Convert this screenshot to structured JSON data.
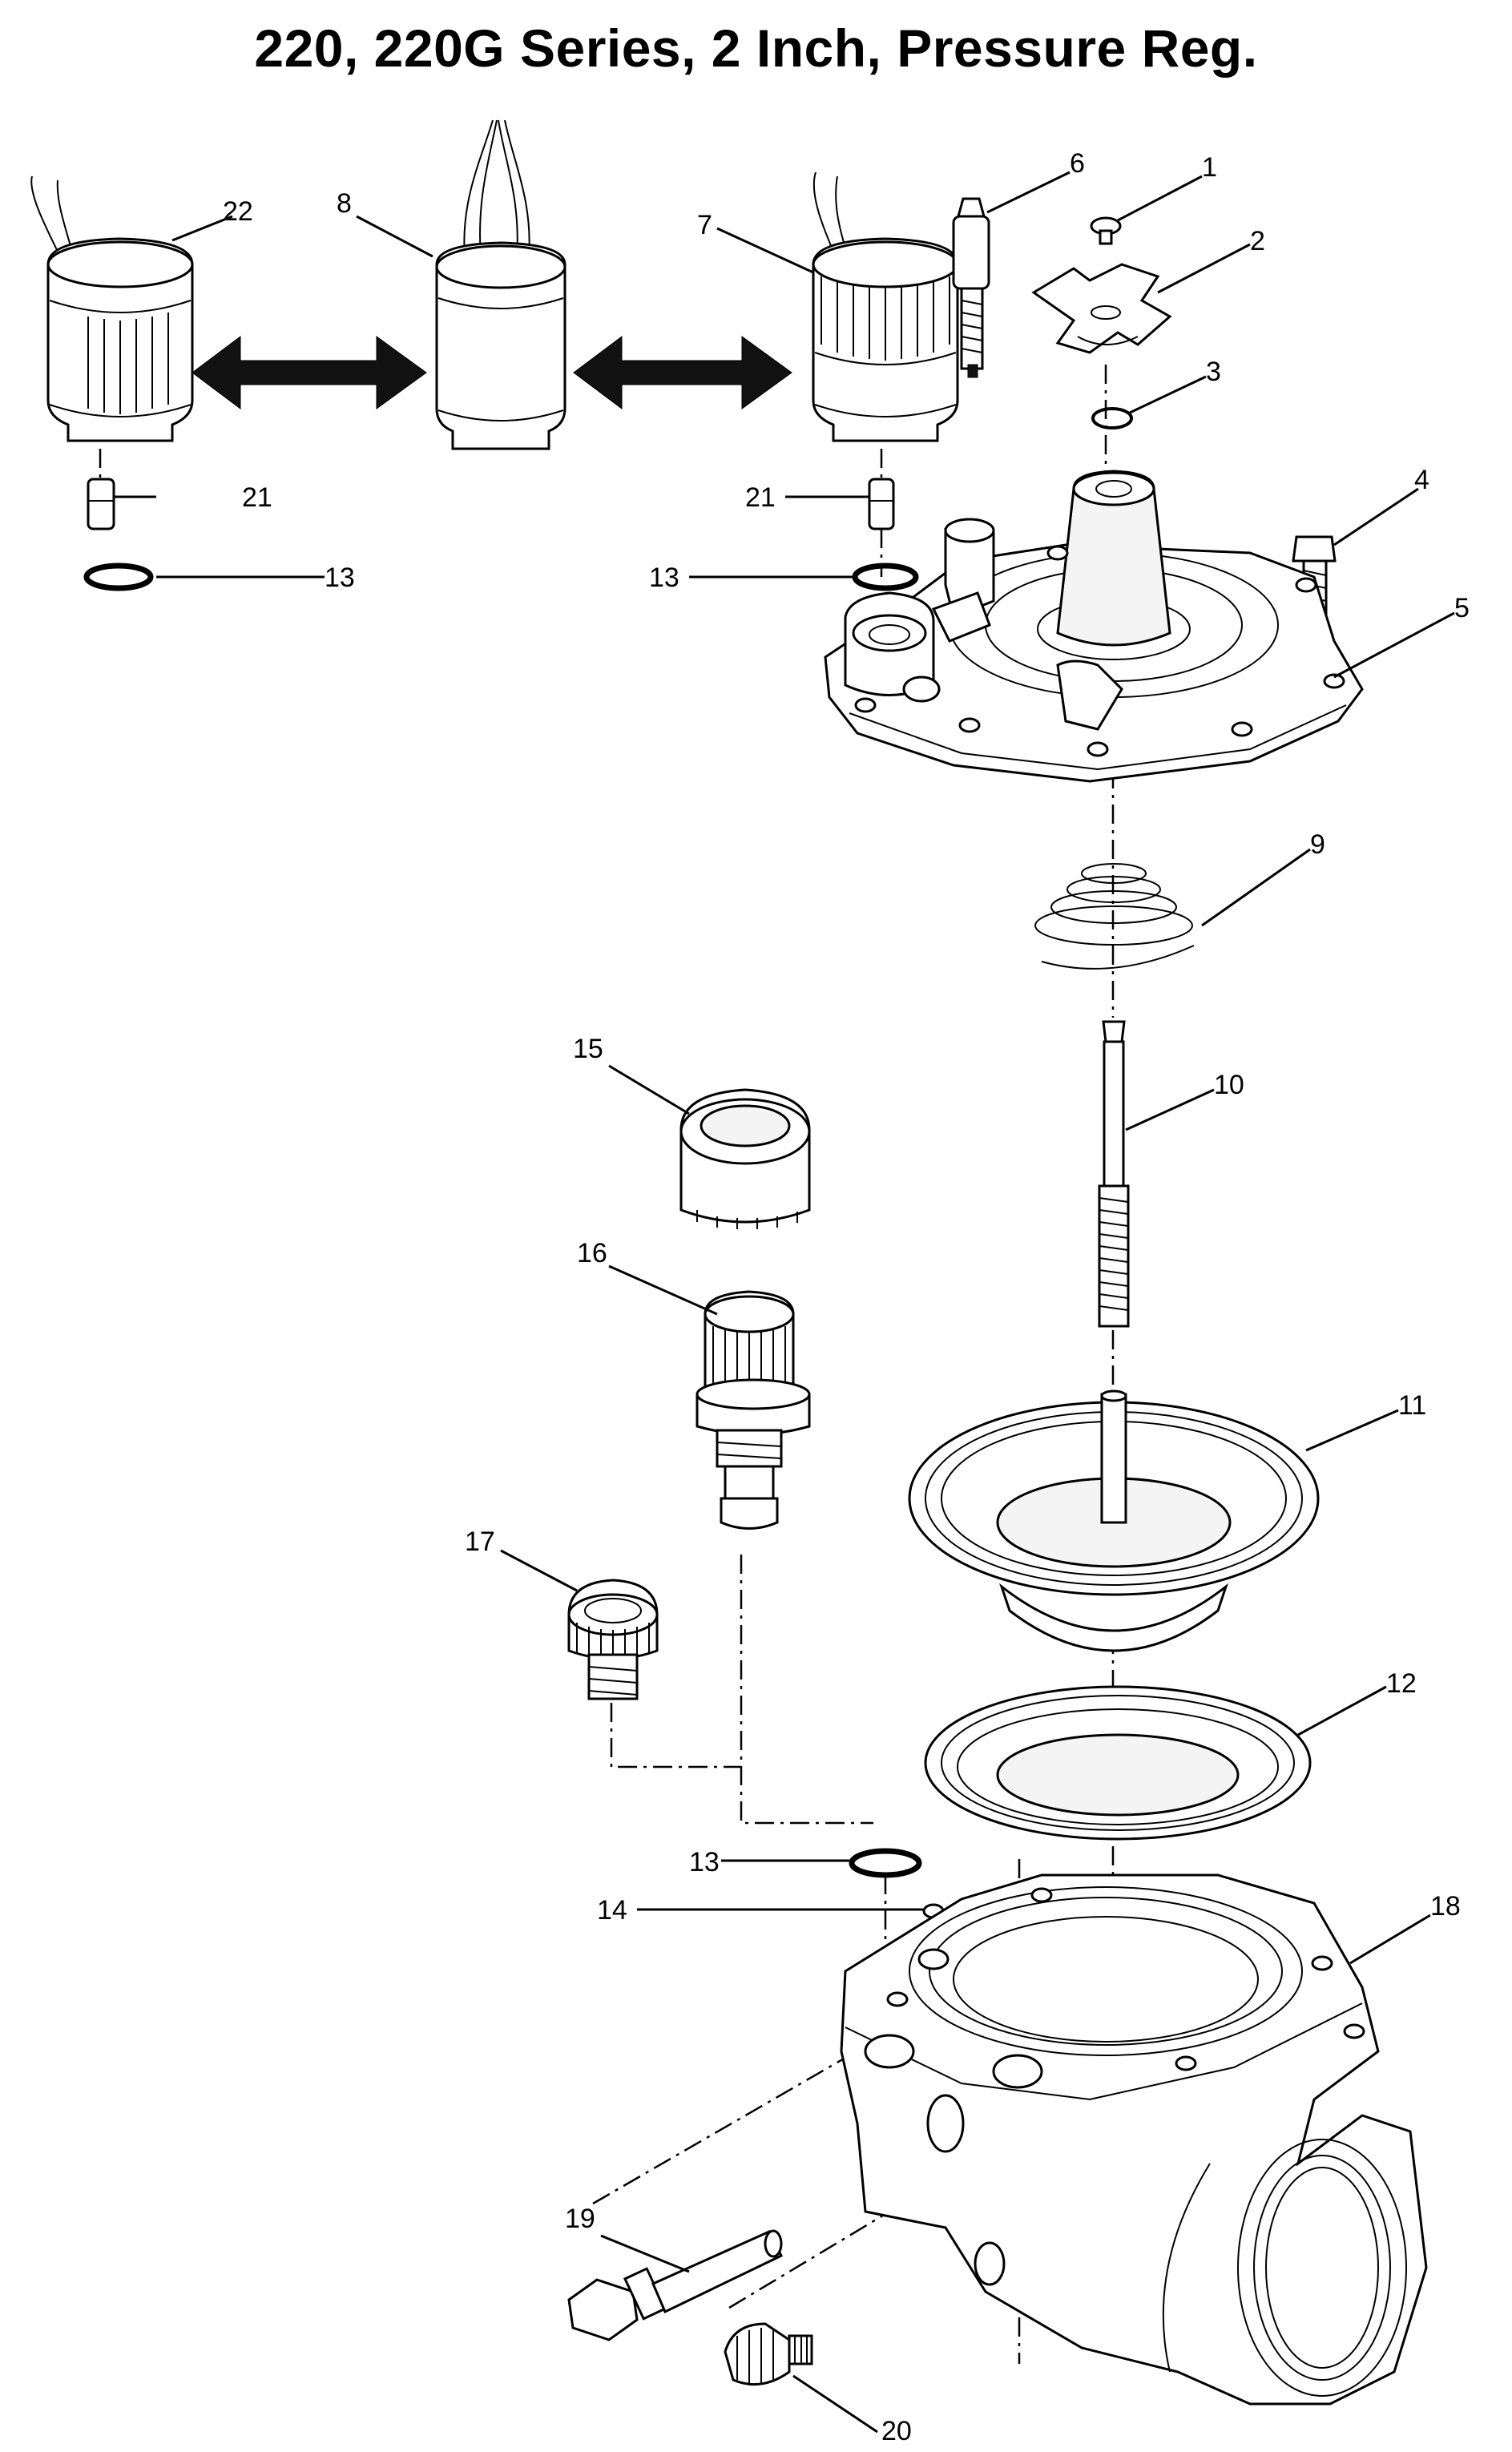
{
  "title": "220, 220G Series, 2 Inch, Pressure Reg.",
  "callouts": {
    "c1": "1",
    "c2": "2",
    "c3": "3",
    "c4": "4",
    "c5": "5",
    "c6": "6",
    "c7": "7",
    "c8": "8",
    "c9": "9",
    "c10": "10",
    "c11": "11",
    "c12": "12",
    "c13a": "13",
    "c13b": "13",
    "c13c": "13",
    "c14": "14",
    "c15": "15",
    "c16": "16",
    "c17": "17",
    "c18": "18",
    "c19": "19",
    "c20": "20",
    "c21a": "21",
    "c21b": "21",
    "c22": "22"
  }
}
